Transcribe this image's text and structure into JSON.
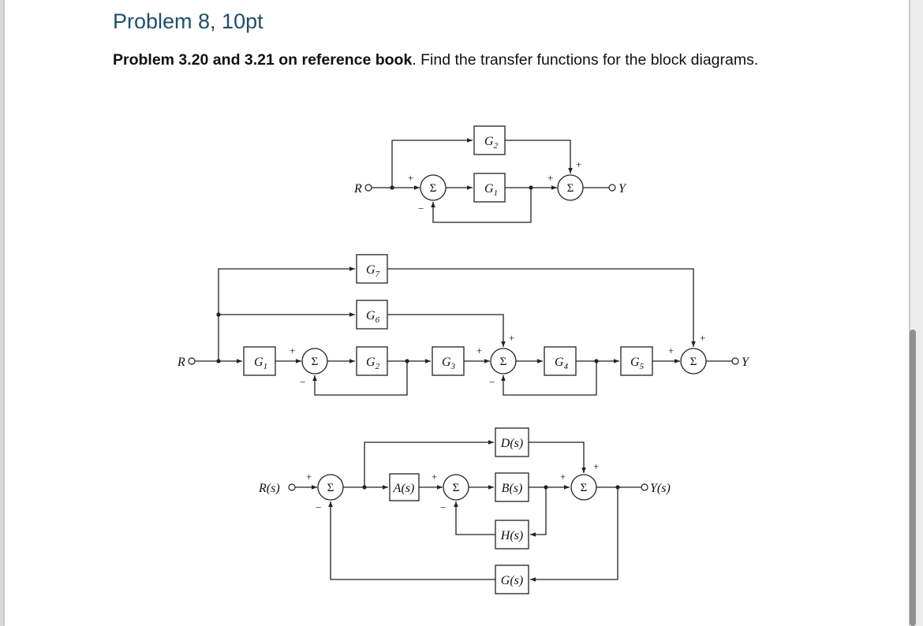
{
  "title": "Problem 8, 10pt",
  "problem": {
    "bold": "Problem 3.20 and 3.21 on reference book",
    "rest": ". Find the transfer functions for the block diagrams."
  },
  "sigma": "Σ",
  "signs": {
    "plus": "+",
    "minus": "−"
  },
  "diagram1": {
    "input": "R",
    "output": "Y",
    "blocks": {
      "g1": "G",
      "g1_sub": "1",
      "g2": "G",
      "g2_sub": "2"
    }
  },
  "diagram2": {
    "input": "R",
    "output": "Y",
    "blocks": {
      "g1": "G",
      "g1_sub": "1",
      "g2": "G",
      "g2_sub": "2",
      "g3": "G",
      "g3_sub": "3",
      "g4": "G",
      "g4_sub": "4",
      "g5": "G",
      "g5_sub": "5",
      "g6": "G",
      "g6_sub": "6",
      "g7": "G",
      "g7_sub": "7"
    }
  },
  "diagram3": {
    "input": "R(s)",
    "output": "Y(s)",
    "blocks": {
      "a": "A(s)",
      "b": "B(s)",
      "d": "D(s)",
      "h": "H(s)",
      "g": "G(s)"
    }
  }
}
